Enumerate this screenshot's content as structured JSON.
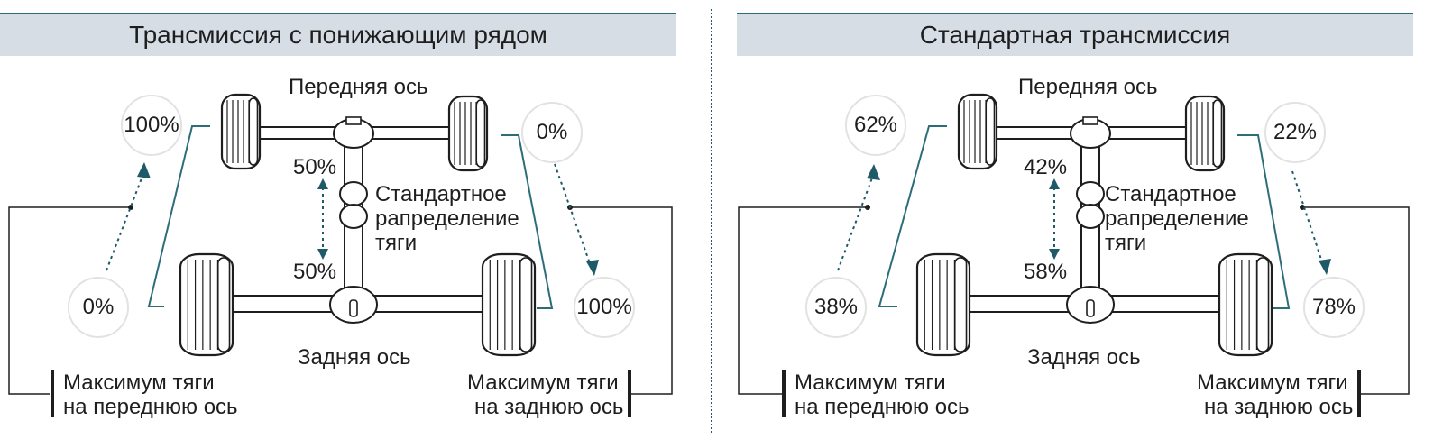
{
  "panels": [
    {
      "title": "Трансмиссия с понижающим рядом",
      "front_axle": "Передняя ось",
      "rear_axle": "Задняя ось",
      "center_label": [
        "Стандартное",
        "рапределение",
        "тяги"
      ],
      "split_front": "50%",
      "split_rear": "50%",
      "left_top_value": "100%",
      "left_bottom_value": "0%",
      "right_top_value": "0%",
      "right_bottom_value": "100%",
      "max_front": [
        "Максимум тяги",
        "на переднюю ось"
      ],
      "max_rear": [
        "Максимум тяги",
        "на заднюю ось"
      ]
    },
    {
      "title": "Стандартная трансмиссия",
      "front_axle": "Передняя ось",
      "rear_axle": "Задняя ось",
      "center_label": [
        "Стандартное",
        "рапределение",
        "тяги"
      ],
      "split_front": "42%",
      "split_rear": "58%",
      "left_top_value": "62%",
      "left_bottom_value": "38%",
      "right_top_value": "22%",
      "right_bottom_value": "78%",
      "max_front": [
        "Максимум тяги",
        "на переднюю ось"
      ],
      "max_rear": [
        "Максимум тяги",
        "на заднюю ось"
      ]
    }
  ],
  "colors": {
    "accent": "#2d6d7a",
    "header_bg": "#d6dde5",
    "line": "#1e1e1e",
    "circle_border": "#e2e2e2"
  }
}
